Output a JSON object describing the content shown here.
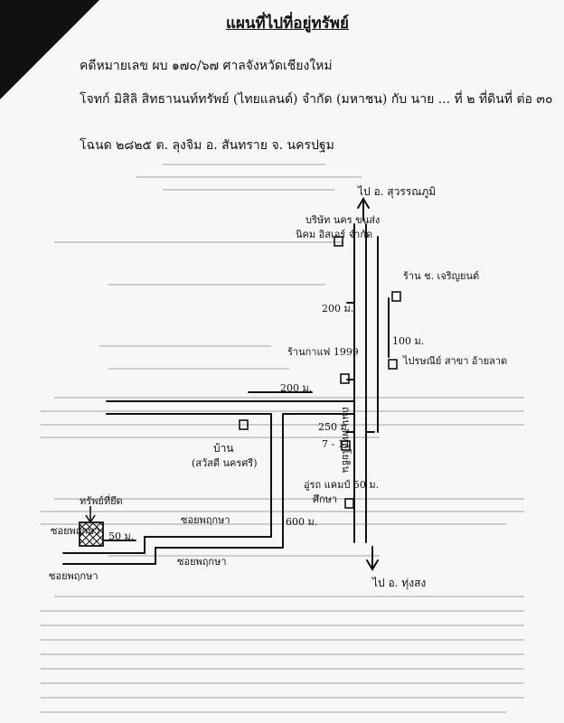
{
  "header": {
    "title": "แผนที่ไปที่อยู่ทรัพย์",
    "line1": "คดีหมายเลข ผบ ๑๗๐/๖๗   ศาลจังหวัดเชียงใหม่",
    "line2": "โจทก์   มิสิลิ สิทธานนท์ทรัพย์ (ไทยแลนด์) จำกัด (มหาชน)   กับ   นาย ... ที่ ๒   ที่ดินที่ ต่อ ๓๐",
    "line3": "โฉนด   ๒๘๒๕   ต. ลุงจิม   อ. สันทราย   จ. นครปฐม"
  },
  "map": {
    "north_direction": "ไป อ. สุวรรณภูมิ",
    "south_direction": "ไป อ. ทุ่งสง",
    "highway": "ถนน พหลโยธิน",
    "company": "บริษัท นคร ขนส่ง",
    "company_sub": "นิคม อิสเอร์ จำกัด",
    "shop_north": "ร้าน ช. เจริญยนต์",
    "dist_200_upper": "200 ม.",
    "dist_100": "100 ม.",
    "shop_east": "ไปรษณีย์ สาขา อ้ายลาด",
    "shop_west": "ร้านกาแฟ 1999",
    "dist_200_road": "200 ม.",
    "dist_250": "250 ม.",
    "seven_eleven": "7 - 11",
    "house_label": "บ้าน",
    "house_sub": "(สวัสดี นครศรี)",
    "garage": "อู่รถ แคมป์ 50 ม.",
    "garage_sub": "ศึกษา",
    "dist_600": "600 ม.",
    "lane_upper": "ซอยพฤกษา",
    "lane_lower": "ซอยพฤกษา",
    "property_label": "ทรัพย์ที่ยึด",
    "dist_50": "50 ม.",
    "side_top": "ซอยพฤกษา",
    "side_bottom": "ซอยพฤกษา"
  }
}
